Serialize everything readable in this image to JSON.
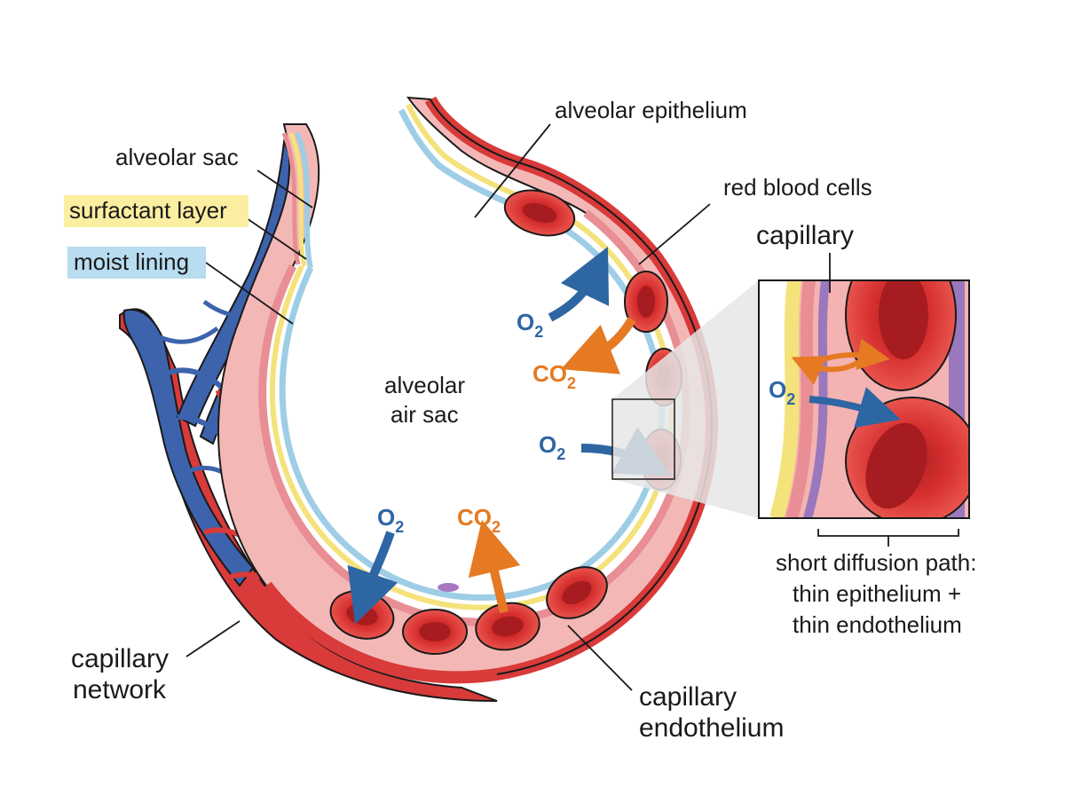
{
  "labels": {
    "alveolar_sac": "alveolar sac",
    "surfactant_layer": "surfactant layer",
    "moist_lining": "moist lining",
    "alveolar_epithelium": "alveolar epithelium",
    "red_blood_cells": "red blood cells",
    "capillary": "capillary",
    "alveolar_air_sac_line1": "alveolar",
    "alveolar_air_sac_line2": "air sac",
    "capillary_network_line1": "capillary",
    "capillary_network_line2": "network",
    "capillary_endothelium_line1": "capillary",
    "capillary_endothelium_line2": "endothelium",
    "diffusion_line1": "short diffusion path:",
    "diffusion_line2": "thin epithelium +",
    "diffusion_line3": "thin endothelium"
  },
  "gases": {
    "oxygen_main": "O",
    "oxygen_sub": "2",
    "carbon_dioxide_main": "CO",
    "carbon_dioxide_sub": "2"
  },
  "colors": {
    "surfactant_highlight": "#fbeea0",
    "moist_highlight": "#b8dcf0",
    "oxygen_arrow": "#2e66a3",
    "carbon_dioxide_arrow": "#e57a22",
    "vein_blue": "#3d63ad",
    "artery_red": "#d93a3a",
    "tissue_pink": "#f3b8b6",
    "rbc_red": "#d62f2f",
    "endothelium_purple": "#9a78bd"
  }
}
